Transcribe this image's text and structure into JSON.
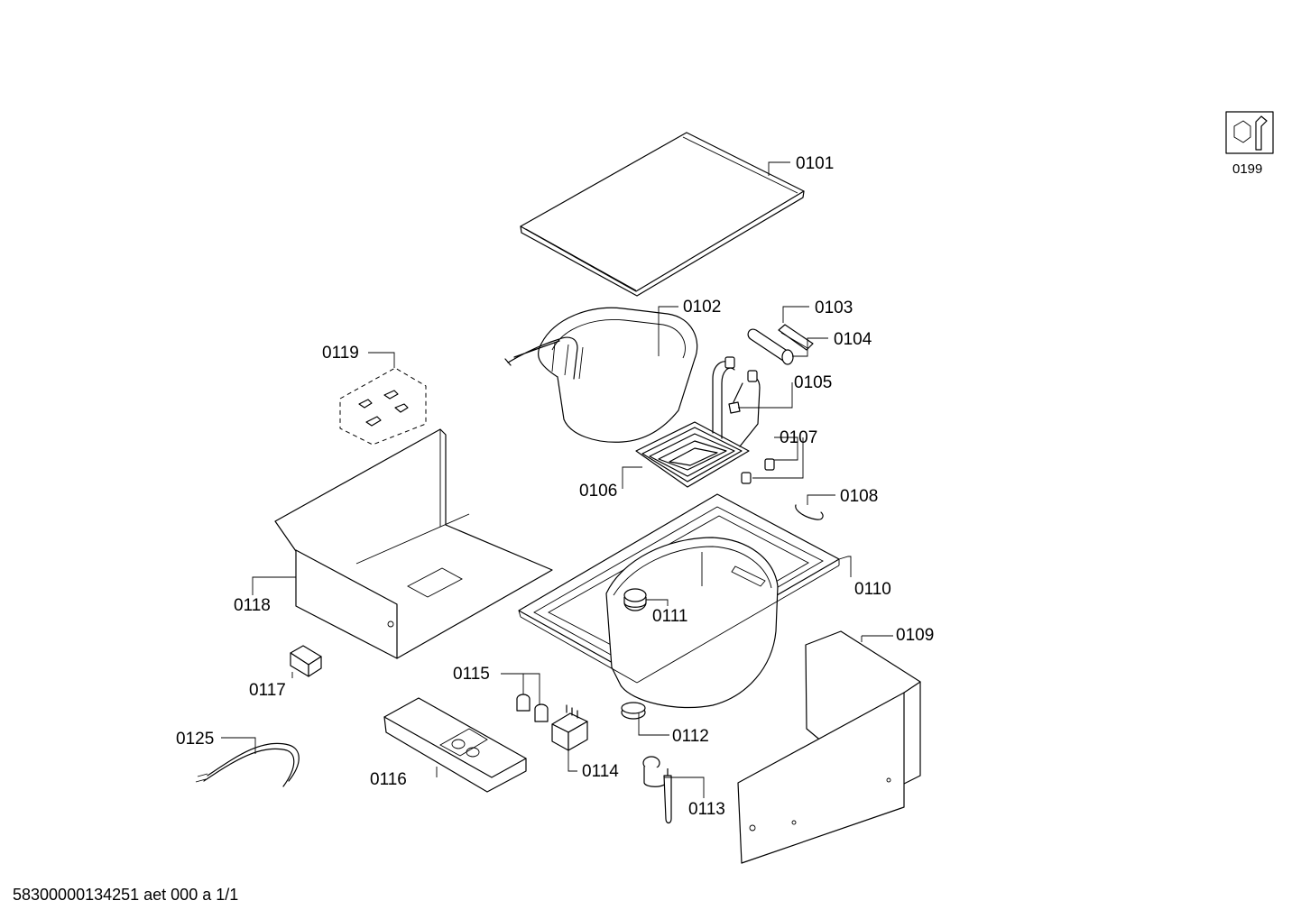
{
  "diagram": {
    "footer_text": "58300000134251 aet 000 a 1/1",
    "tool_icon": "wrench-nut-icon",
    "parts": [
      {
        "id": "0101"
      },
      {
        "id": "0102"
      },
      {
        "id": "0103"
      },
      {
        "id": "0104"
      },
      {
        "id": "0105"
      },
      {
        "id": "0106"
      },
      {
        "id": "0107"
      },
      {
        "id": "0108"
      },
      {
        "id": "0109"
      },
      {
        "id": "0110"
      },
      {
        "id": "0111"
      },
      {
        "id": "0112"
      },
      {
        "id": "0113"
      },
      {
        "id": "0114"
      },
      {
        "id": "0115"
      },
      {
        "id": "0116"
      },
      {
        "id": "0117"
      },
      {
        "id": "0118"
      },
      {
        "id": "0119"
      },
      {
        "id": "0125"
      },
      {
        "id": "0199"
      }
    ]
  }
}
